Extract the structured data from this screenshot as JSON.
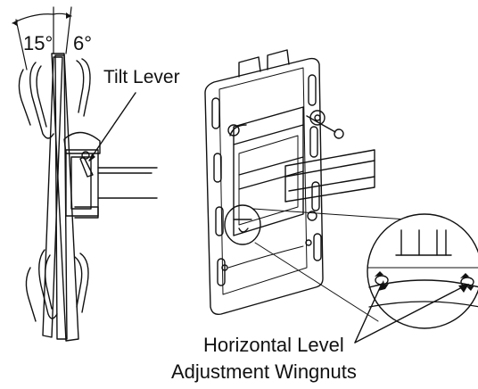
{
  "angles": {
    "forward": "15°",
    "back": "6°"
  },
  "labels": {
    "tilt_lever": "Tilt Lever",
    "wingnuts_line1": "Horizontal Level",
    "wingnuts_line2": "Adjustment Wingnuts"
  },
  "colors": {
    "ink": "#111111",
    "background": "#ffffff"
  }
}
